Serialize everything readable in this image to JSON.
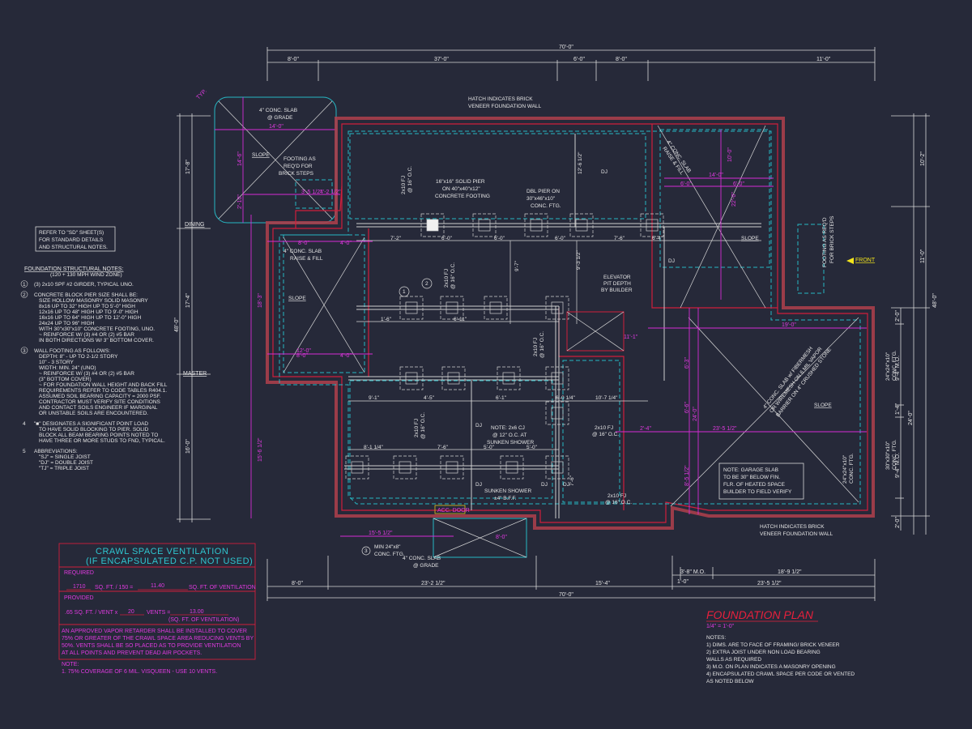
{
  "title": "FOUNDATION PLAN",
  "scale": "1/4\" = 1'-0\"",
  "colors": {
    "background": "#262939",
    "wall": "#d01e3c",
    "footing": "#26b8c4",
    "dimension_magenta": "#d52bd5",
    "front_arrow": "#f2e41c"
  },
  "top_dims": {
    "overall": "70'-0\"",
    "segments": [
      "8'-0\"",
      "37'-0\"",
      "6'-0\"",
      "8'-0\"",
      "11'-0\""
    ]
  },
  "bottom_dims": {
    "overall": "70'-0\"",
    "segments": [
      "8'-0\"",
      "23'-2 1/2\"",
      "15'-4\"",
      "23'-5 1/2\""
    ],
    "upper": [
      "3'-8\" M.O.",
      "18'-9 1/2\"",
      "1'-0\""
    ]
  },
  "left_dims": {
    "overall": "48'-0\"",
    "segments": [
      "17'-8\"",
      "17'-4\"",
      "16'-0\""
    ],
    "rooms": [
      "DINING",
      "MASTER"
    ]
  },
  "right_dims": {
    "overall": "48'-0\"",
    "segments": [
      "10'-2\"",
      "11'-0\"",
      "2'-0\"",
      "9'-4\" M.O.",
      "1'-4\"",
      "9'-4\" M.O.",
      "2'-0\"",
      "24'-0\""
    ]
  },
  "plan_labels": {
    "hatch_top": [
      "HATCH INDICATES BRICK",
      "VENEER FOUNDATION WALL"
    ],
    "hatch_bottom": [
      "HATCH INDICATES BRICK",
      "VENEER FOUNDATION WALL"
    ],
    "slab_top_left": [
      "4\" CONC. SLAB",
      "@ GRADE"
    ],
    "footing_steps_left": [
      "FOOTING AS",
      "REQ'D FOR",
      "BRICK STEPS"
    ],
    "footing_steps_right": [
      "FOOTING AS REQ'D",
      "FOR BRICK STEPS"
    ],
    "solid_pier": [
      "16\"x16\" SOLID PIER",
      "ON 40\"x40\"x12\"",
      "CONCRETE FOOTING"
    ],
    "dbl_pier": [
      "DBL PIER ON",
      "30\"x46\"x10\"",
      "CONC. FTG."
    ],
    "elevator": [
      "ELEVATOR",
      "PIT DEPTH",
      "BY BUILDER"
    ],
    "slab_raise_left": [
      "4\" CONC. SLAB",
      "RAISE & FILL"
    ],
    "slab_raise_right": [
      "4\" CONC. SLAB",
      "RAISE & FILL"
    ],
    "garage_slab": [
      "4\" CONC. SLAB w/ FIBERMESH",
      "OR WIREMESH ON 6 MIL VAPOR",
      "BARRIER ON 4\" CRUSHED STONE"
    ],
    "garage_note": [
      "NOTE: GARAGE SLAB",
      "TO BE 30\" BELOW FIN.",
      "FLR. OF HEATED SPACE",
      "BUILDER TO FIELD VERIFY"
    ],
    "cj_note": [
      "NOTE: 2x6 CJ",
      "@ 12\" O.C. AT",
      "SUNKEN SHOWER"
    ],
    "sunken_shower": [
      "SUNKEN SHOWER",
      "±4\" B.F.F."
    ],
    "min_ftg": [
      "MIN 24\"x8\"",
      "CONC. FTG."
    ],
    "slab_bottom": [
      "4\" CONC. SLAB",
      "@ GRADE"
    ],
    "acc_door": "ACC. DOOR",
    "front": "FRONT",
    "slope": "SLOPE",
    "dj": "DJ",
    "fj": "2x10 FJ",
    "oc": "@ 16\" O.C.",
    "ftg_24": [
      "24\"x24\"x10\"",
      "CONC. FTG."
    ],
    "ftg_30": [
      "30\"x30\"x10\"",
      "CONC. FTG."
    ],
    "tag_1": "1",
    "tag_2": "2",
    "tag_3": "3",
    "dims_white": [
      "7'-2\"",
      "6'-0\"",
      "6'-0\"",
      "6'-0\"",
      "7'-6\"",
      "6'-4\"",
      "1'-6\"",
      "6'-11\"",
      "9'-1\"",
      "4'-5\"",
      "6'-1\"",
      "6'-0 1/4\"",
      "10'-7 1/4\"",
      "8'-1 1/4\"",
      "7'-6\"",
      "5'-0\"",
      "5'-0\"",
      "9'-7\"",
      "9'-3 1/2\"",
      "12'-6 1/2\"",
      "7'-6\""
    ],
    "dims_magenta": [
      "14'-0\"",
      "14'-6\"",
      "3'-5 1/2\"",
      "4'-2 1/2\"",
      "2'-10\"",
      "8'-0\"",
      "4'-0\"",
      "12'-0\"",
      "8'-0\"",
      "4'-0\"",
      "18'-3\"",
      "15'-6 1/2\"",
      "15'-5 1/2\"",
      "8'-0\"",
      "14'-0\"",
      "6'-0\"",
      "6'-0\"",
      "22'-0\"",
      "19'-0\"",
      "11'-1\"",
      "23'-5 1/2\"",
      "24'-0\"",
      "6'-3\"",
      "6'-6\"",
      "8'-5 1/2\"",
      "2'-4\"",
      "10'-0\"",
      "TYP."
    ]
  },
  "refer_box": [
    "REFER TO \"SD\" SHEET(S)",
    "FOR STANDARD DETAILS",
    "AND STRUCTURAL NOTES."
  ],
  "structural_notes": {
    "title": "FOUNDATION STRUCTURAL NOTES:",
    "subtitle": "(120 + 130 MPH WIND ZONE)",
    "items": [
      {
        "num": "1",
        "lines": [
          "(3) 2x10 SPF #2 GIRDER, TYPICAL UNO."
        ]
      },
      {
        "num": "2",
        "lines": [
          "CONCRETE BLOCK PIER SIZE SHALL BE:",
          "SIZE    HOLLOW MASONRY    SOLID MASONRY",
          "8x16     UP TO 32\" HIGH     UP TO 5'-0\" HIGH",
          "12x16    UP TO 48\" HIGH     UP TO 9'-0\" HIGH",
          "16x16    UP TO 64\" HIGH     UP TO 12'-0\" HIGH",
          "24x24    UP TO 96\" HIGH",
          "WITH 30\"x30\"x10\" CONCRETE FOOTING, UNO.",
          "~ REINFORCE W/ (3) #4 OR (2) #5 BAR",
          "IN BOTH DIRECTIONS W/ 3\" BOTTOM COVER."
        ]
      },
      {
        "num": "3",
        "lines": [
          "WALL FOOTING AS FOLLOWS:",
          "DEPTH: 8\" - UP TO 2-1/2 STORY",
          "           10\" - 3 STORY",
          "WIDTH:  MIN. 24\" (UNO)",
          "~ REINFORCE W/ (3) #4 OR (2) #5 BAR",
          "(3\" BOTTOM COVER)",
          "~ FOR FOUNDATION WALL HEIGHT AND BACK FILL",
          "REQUIREMENTS REFER TO CODE TABLES R404.1.",
          "ASSUMED SOIL BEARING CAPACITY = 2000 PSF.",
          "CONTRACTOR MUST VERIFY SITE CONDITIONS",
          "AND CONTACT SOILS ENGINEER IF MARGINAL",
          "OR UNSTABLE SOILS ARE ENCOUNTERED."
        ]
      },
      {
        "num": "4",
        "lines": [
          "\"■\" DESIGNATES A SIGNIFICANT POINT LOAD",
          "TO HAVE SOLID BLOCKING TO PIER. SOLID",
          "BLOCK ALL BEAM BEARING POINTS NOTED TO",
          "HAVE THREE OR MORE STUDS TO FND, TYPICAL."
        ]
      },
      {
        "num": "5",
        "lines": [
          "ABBREVIATIONS:",
          "\"SJ\" = SINGLE JOIST",
          "\"DJ\" = DOUBLE JOIST",
          "\"TJ\" = TRIPLE JOIST"
        ]
      }
    ]
  },
  "ventilation": {
    "title": "CRAWL SPACE VENTILATION",
    "subtitle": "(IF ENCAPSULATED C.P. NOT USED)",
    "required_label": "REQUIRED",
    "required_area": "1710",
    "required_text1": "SQ. FT. / 150 =",
    "required_result": "11.40",
    "required_text2": "SQ. FT. OF VENTILATION",
    "provided_label": "PROVIDED",
    "provided_text1": ".65 SQ. FT. / VENT x",
    "vent_count": "20",
    "provided_text2": "VENTS =",
    "provided_result": "13.00",
    "provided_text3": "(SQ. FT. OF VENTILATION)",
    "retarder": [
      "AN APPROVED VAPOR RETARDER SHALL BE INSTALLED TO COVER",
      "75% OR GREATER OF THE CRAWL SPACE AREA REDUCING VENTS BY",
      "50%. VENTS SHALL BE SO PLACED AS TO PROVIDE VENTILATION",
      "AT ALL POINTS AND PREVENT DEAD AIR POCKETS."
    ],
    "note_label": "NOTE:",
    "note": "1.  75% COVERAGE OF 6 MIL. VISQUEEN - USE 10 VENTS."
  },
  "plan_notes": {
    "label": "NOTES:",
    "items": [
      "1)  DIMS. ARE TO FACE OF FRAMING/ BRICK VENEER",
      "2) EXTRA JOIST UNDER NON LOAD BEARING",
      "    WALLS AS REQUIRED",
      "3) M.O. ON PLAN INDICATES A MASONRY OPENING",
      "4) ENCAPSULATED CRAWL SPACE PER CODE OR VENTED",
      "    AS NOTED BELOW"
    ]
  }
}
